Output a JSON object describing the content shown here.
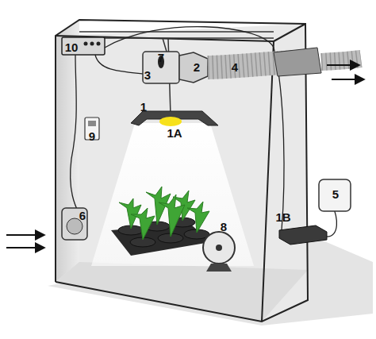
{
  "diagram": {
    "labels": [
      "10",
      "7",
      "3",
      "2",
      "4",
      "1",
      "1A",
      "9",
      "6",
      "8",
      "5",
      "1B"
    ]
  }
}
